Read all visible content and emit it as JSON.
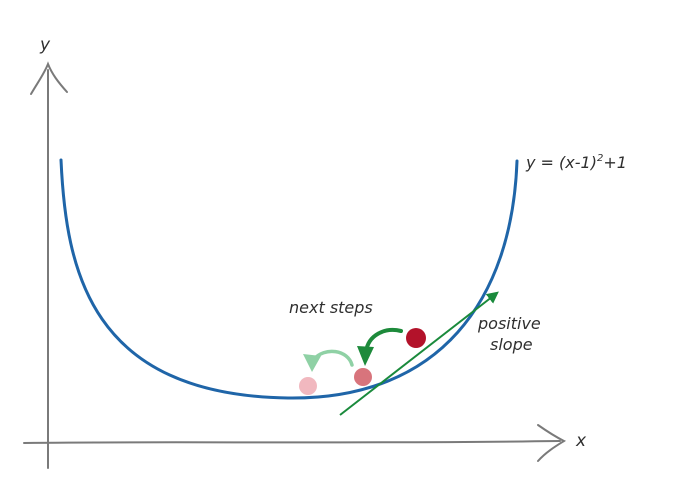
{
  "axes": {
    "x_label": "x",
    "y_label": "y"
  },
  "curve": {
    "equation_prefix": "y = (x-1)",
    "equation_exponent": "2",
    "equation_suffix": "+1",
    "color": "#1f65a8"
  },
  "annotations": {
    "next_steps": "next steps",
    "positive": "positive",
    "slope": "slope"
  },
  "colors": {
    "axis": "#7a7a7a",
    "tangent": "#1a8a3c",
    "arrow_dark": "#1d8a3b",
    "arrow_light": "#8fd1a5",
    "ball_current": "#b3122a",
    "ball_next": "#d8747c",
    "ball_later": "#f1b8bf"
  }
}
